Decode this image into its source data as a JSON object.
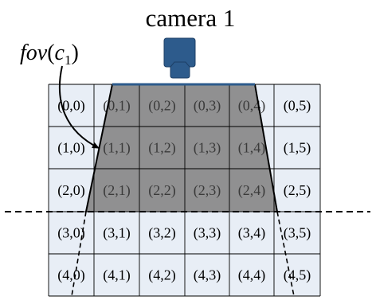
{
  "camera": {
    "title": "camera 1",
    "fov_label": {
      "func": "fov",
      "open": "(",
      "var": "c",
      "sub": "1",
      "close": ")"
    }
  },
  "grid": {
    "rows": 5,
    "cols": 6,
    "labels": [
      [
        "(0,0)",
        "(0,1)",
        "(0,2)",
        "(0,3)",
        "(0,4)",
        "(0,5)"
      ],
      [
        "(1,0)",
        "(1,1)",
        "(1,2)",
        "(1,3)",
        "(1,4)",
        "(1,5)"
      ],
      [
        "(2,0)",
        "(2,1)",
        "(2,2)",
        "(2,3)",
        "(2,4)",
        "(2,5)"
      ],
      [
        "(3,0)",
        "(3,1)",
        "(3,2)",
        "(3,3)",
        "(3,4)",
        "(3,5)"
      ],
      [
        "(4,0)",
        "(4,1)",
        "(4,2)",
        "(4,3)",
        "(4,4)",
        "(4,5)"
      ]
    ],
    "fov_rows_shaded": 3
  },
  "colors": {
    "cell_fill": "#e8eef6",
    "fov_fill": "#888888",
    "camera_body": "#2d5b8c",
    "camera_edge": "#1d3f66",
    "grid_line": "#000000"
  }
}
